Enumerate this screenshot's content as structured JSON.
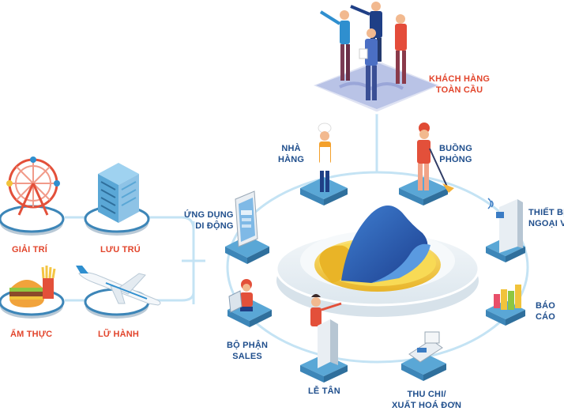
{
  "colors": {
    "accent_red": "#e2452c",
    "label_blue": "#1f4e8c",
    "line_blue": "#bfe0f2",
    "platform_blue": "#4a98c8",
    "core_yellow": "#f4cf3d",
    "core_blue": "#2a63b5"
  },
  "left_services": {
    "entertainment": "GIẢI TRÍ",
    "lodging": "LƯU TRÚ",
    "dining": "ẨM THỰC",
    "travel": "LỮ HÀNH"
  },
  "nodes": {
    "global_customers": [
      "KHÁCH HÀNG",
      "TOÀN CẦU"
    ],
    "restaurant": [
      "NHÀ",
      "HÀNG"
    ],
    "housekeeping": [
      "BUỒNG",
      "PHÒNG"
    ],
    "peripherals": [
      "THIẾT BỊ",
      "NGOẠI VI"
    ],
    "reports": [
      "BÁO",
      "CÁO"
    ],
    "payments": [
      "THU CHI/",
      "XUẤT HOÁ ĐƠN"
    ],
    "reception": [
      "LỄ TÂN"
    ],
    "sales": [
      "BỘ PHẬN",
      "SALES"
    ],
    "mobile_app": [
      "ỨNG DỤNG",
      "DI ĐỘNG"
    ]
  },
  "icons": {
    "core": "cloud-platform-icon",
    "ferris_wheel": "ferris-wheel-icon",
    "hotel_building": "hotel-building-icon",
    "burger": "burger-fries-icon",
    "airplane": "airplane-icon",
    "people_group": "people-group-icon",
    "chef": "chef-icon",
    "housekeeper": "housekeeper-icon",
    "kiosk": "kiosk-icon",
    "bar_chart": "bar-chart-icon",
    "pos_terminal": "pos-terminal-icon",
    "receptionist": "receptionist-icon",
    "laptop_user": "laptop-user-icon",
    "smartphone": "smartphone-icon"
  }
}
